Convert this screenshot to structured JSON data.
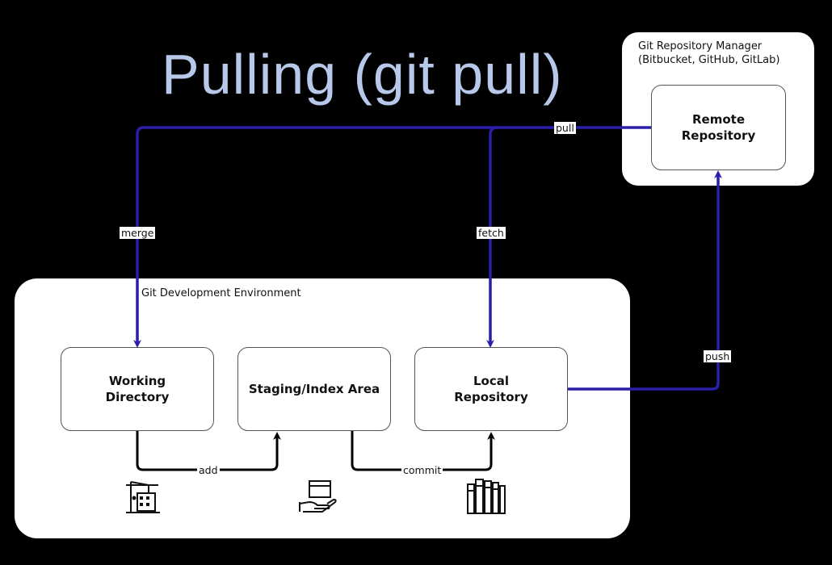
{
  "title": "Pulling (git pull)",
  "dev_env": {
    "label": "Git Development Environment"
  },
  "remote_manager": {
    "label_line1": "Git Repository Manager",
    "label_line2": "(Bitbucket, GitHub, GitLab)"
  },
  "boxes": {
    "working_directory": "Working\nDirectory",
    "staging": "Staging/Index Area",
    "local_repository": "Local\nRepository",
    "remote_repository": "Remote\nRepository"
  },
  "edges": {
    "pull": "pull",
    "merge": "merge",
    "fetch": "fetch",
    "push": "push",
    "add": "add",
    "commit": "commit"
  },
  "colors": {
    "flow": "#2a1fa8",
    "local": "#000000",
    "title": "#b7c8ea"
  },
  "icons": [
    "construction-icon",
    "package-hand-icon",
    "library-books-icon"
  ]
}
